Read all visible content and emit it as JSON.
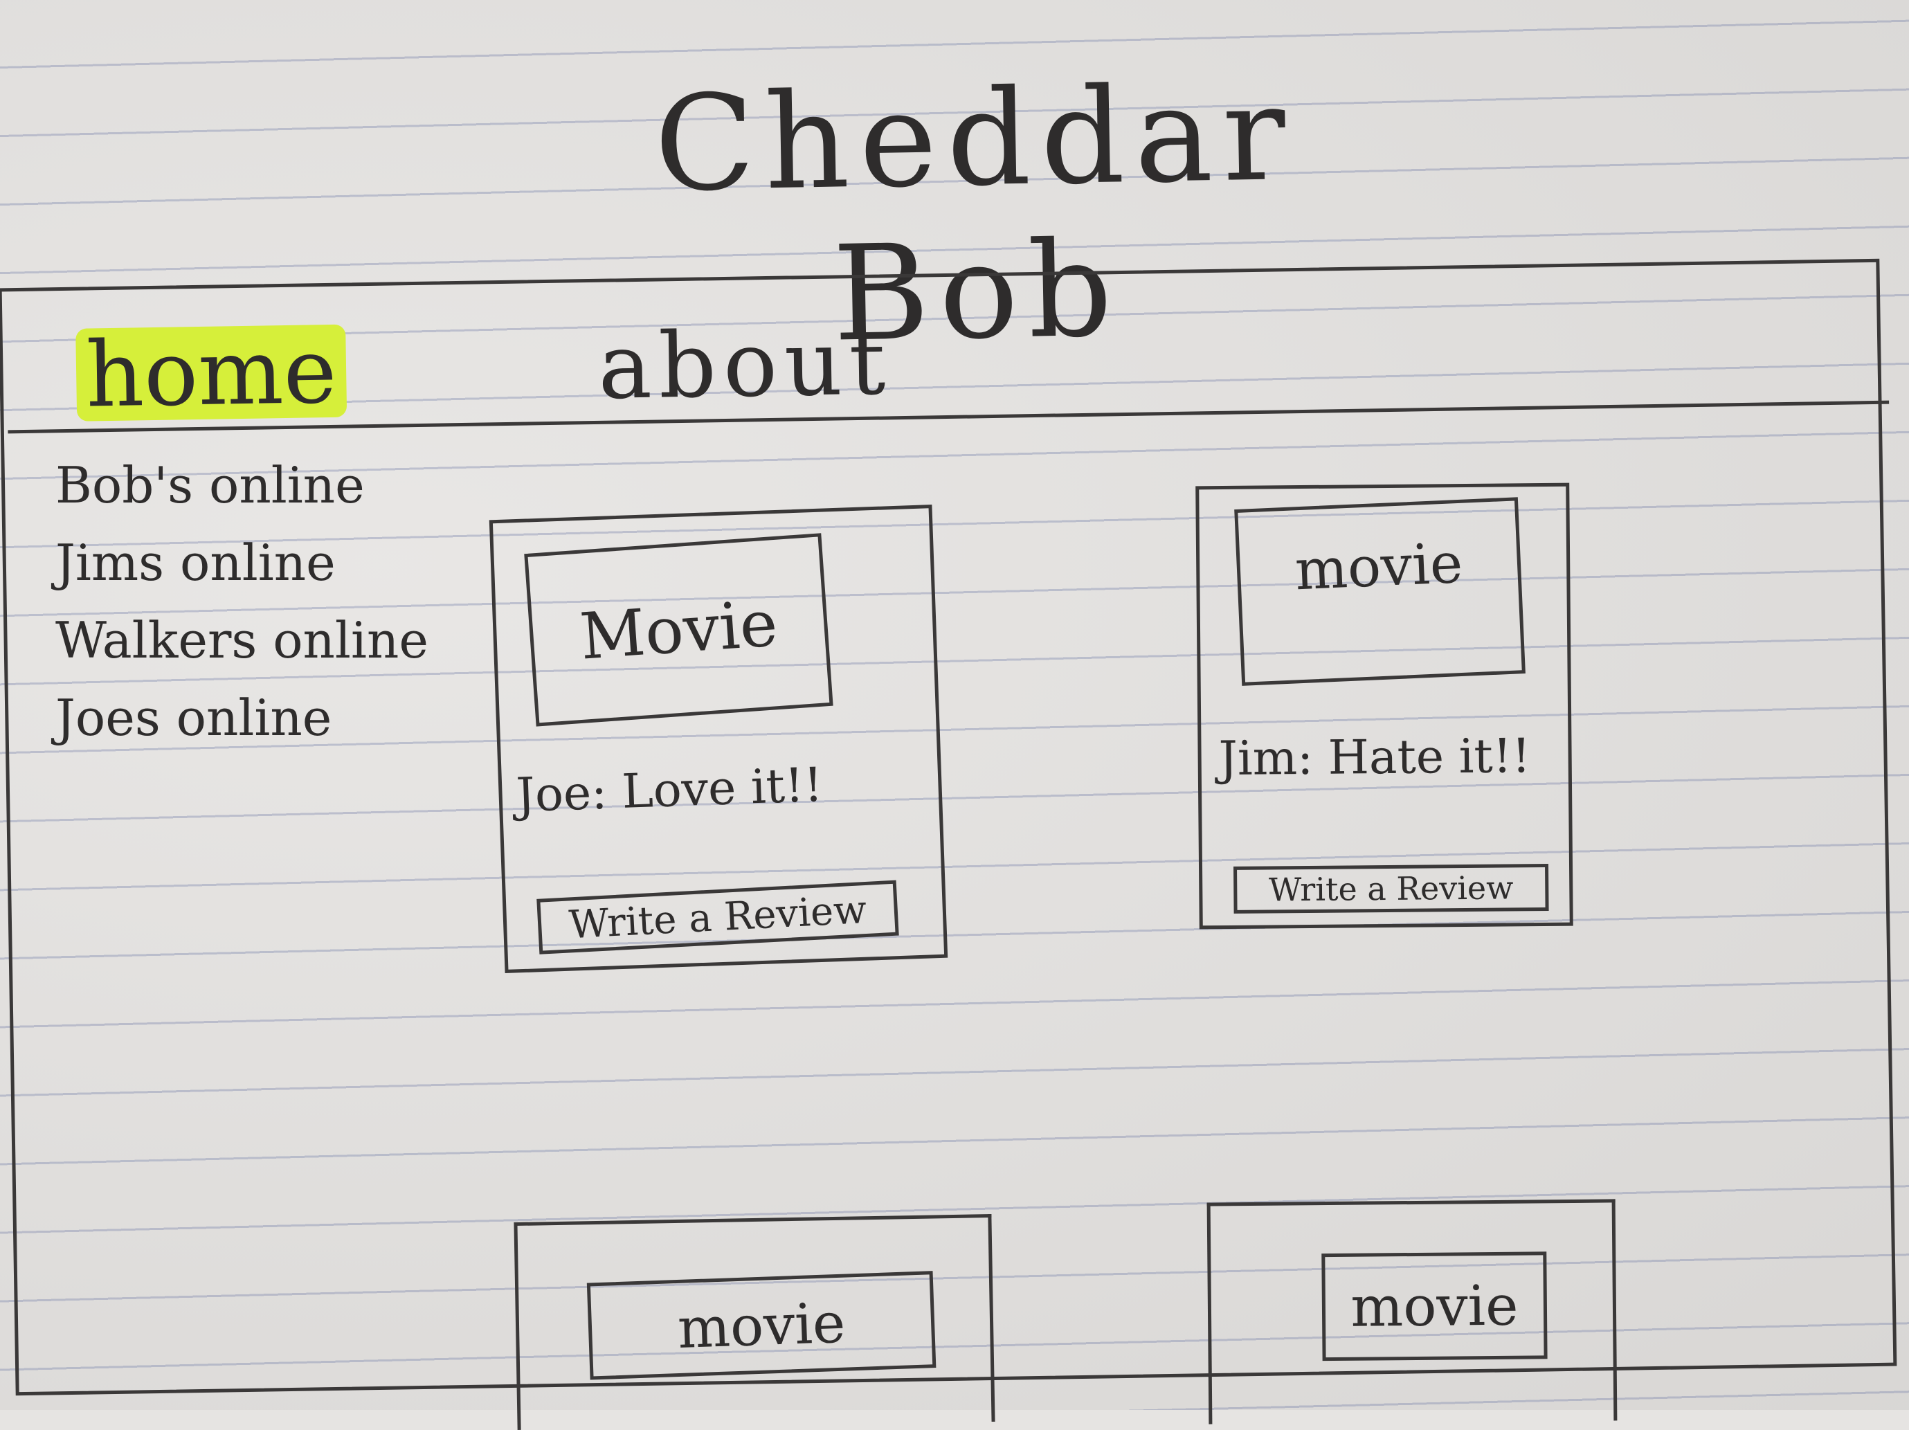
{
  "header": {
    "title": "Cheddar Bob"
  },
  "nav": {
    "home": "home",
    "about": "about"
  },
  "sidebar": {
    "online_users": [
      "Bob's online",
      "Jims online",
      "Walkers online",
      "Joes online"
    ]
  },
  "movies": [
    {
      "poster_label": "Movie",
      "review": "Joe: Love it!!",
      "button_label": "Write a Review"
    },
    {
      "poster_label": "movie",
      "review": "Jim: Hate it!!",
      "button_label": "Write a Review"
    },
    {
      "poster_label": "movie"
    },
    {
      "poster_label": "movie"
    }
  ],
  "colors": {
    "active_nav_highlight": "#d6ef3a",
    "ink": "#2e2c2c",
    "paper": "#e6e4e2"
  }
}
